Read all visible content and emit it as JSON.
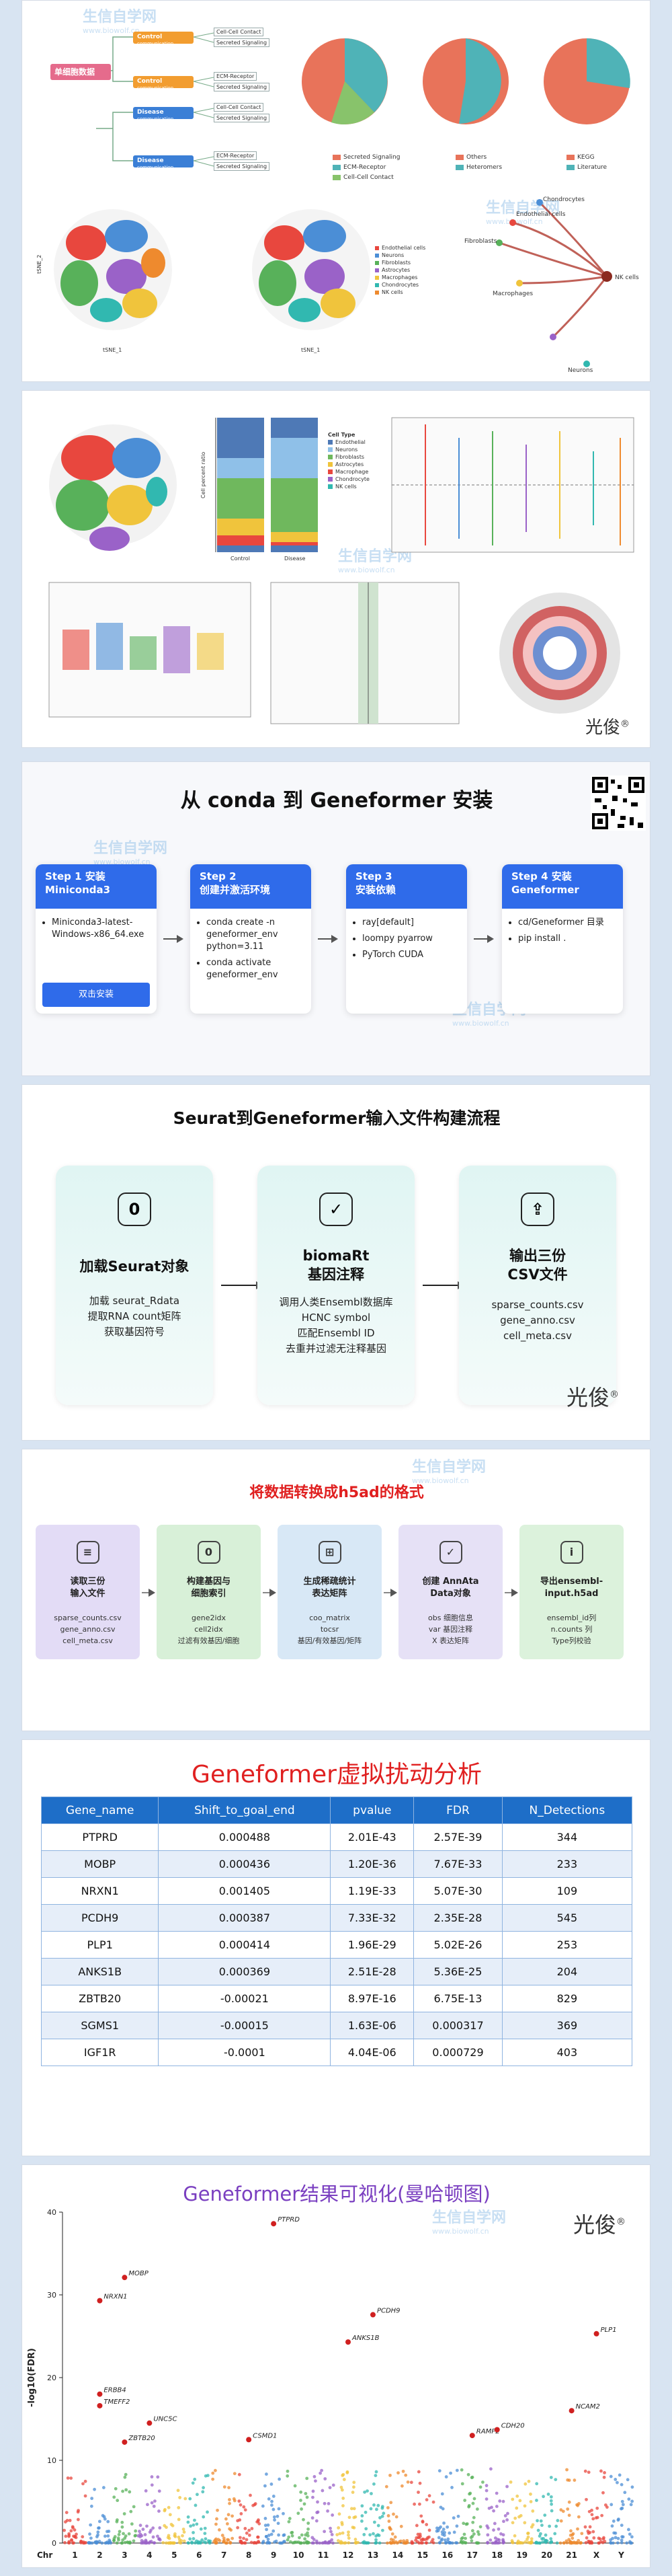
{
  "watermark": {
    "main": "生信自学网",
    "url": "www.biowolf.cn"
  },
  "signature": "光俊",
  "signature_mark": "®",
  "panel1": {
    "root_label": "单细胞数据",
    "branches": [
      {
        "label": "Control",
        "tag": "communication",
        "color": "#f29d30",
        "items": [
          "Cell-Cell Contact",
          "Secreted Signaling"
        ]
      },
      {
        "label": "Control",
        "tag": "communication",
        "color": "#f29d30",
        "items": [
          "ECM-Receptor",
          "Secreted Signaling"
        ]
      },
      {
        "label": "Disease",
        "tag": "communication",
        "color": "#3b7fd6",
        "items": [
          "Cell-Cell Contact",
          "Secreted Signaling"
        ]
      },
      {
        "label": "Disease",
        "tag": "communication",
        "color": "#3b7fd6",
        "items": [
          "ECM-Receptor",
          "Secreted Signaling"
        ]
      }
    ],
    "pie_legends": [
      [
        {
          "name": "Secreted Signaling",
          "color": "#e8735a"
        },
        {
          "name": "ECM-Receptor",
          "color": "#4fb3b7"
        },
        {
          "name": "Cell-Cell Contact",
          "color": "#88c36b"
        }
      ],
      [
        {
          "name": "Others",
          "color": "#e8735a"
        },
        {
          "name": "Heteromers",
          "color": "#4fb3b7"
        }
      ],
      [
        {
          "name": "KEGG",
          "color": "#e8735a"
        },
        {
          "name": "Literature",
          "color": "#4fb3b7"
        }
      ]
    ],
    "tsne_axes": {
      "x": "tSNE_1",
      "y": "tSNE_2"
    },
    "cell_types": [
      "Endothelial cells",
      "Neurons",
      "Fibroblasts",
      "Astrocytes",
      "Macrophages",
      "Chondrocytes",
      "NK cells"
    ],
    "network_nodes": [
      "Endothelial cells",
      "Chondrocytes",
      "Fibroblasts",
      "Macrophages",
      "NK cells",
      "Neurons"
    ]
  },
  "panel2": {
    "legend_title": "Cell Type",
    "legend_items": [
      "Endothelial",
      "Neurons",
      "Fibroblasts",
      "Astrocytes",
      "Macrophage",
      "Chondrocyte",
      "NK cells"
    ],
    "ylabel": "Cell percent ratio",
    "xcats": [
      "Control",
      "Disease"
    ]
  },
  "conda": {
    "title": "从 conda 到 Geneformer 安装",
    "steps": [
      {
        "head1": "Step 1 安装",
        "head2": "Miniconda3",
        "items": [
          "Miniconda3-latest-Windows-x86_64.exe"
        ],
        "button": "双击安装"
      },
      {
        "head1": "Step 2",
        "head2": "创建并激活环境",
        "items": [
          "conda create -n geneformer_env python=3.11",
          "conda activate geneformer_env"
        ]
      },
      {
        "head1": "Step 3",
        "head2": "安装依赖",
        "items": [
          "ray[default]",
          "loompy pyarrow",
          "PyTorch CUDA"
        ]
      },
      {
        "head1": "Step 4 安装",
        "head2": "Geneformer",
        "items": [
          "cd/Geneformer 目录",
          "pip install ."
        ]
      }
    ]
  },
  "seurat": {
    "title": "Seurat到Geneformer输入文件构建流程",
    "boxes": [
      {
        "icon": "0",
        "title": "加载Seurat对象",
        "lines": [
          "加载 seurat_Rdata",
          "提取RNA count矩阵",
          "获取基因符号"
        ]
      },
      {
        "icon": "✓",
        "title": "biomaRt\n基因注释",
        "lines": [
          "调用人类Ensembl数据库",
          "HCNC symbol",
          "匹配Ensembl ID",
          "去重并过滤无注释基因"
        ]
      },
      {
        "icon": "⇪",
        "title": "输出三份\nCSV文件",
        "lines": [
          "sparse_counts.csv",
          "gene_anno.csv",
          "cell_meta.csv"
        ]
      }
    ]
  },
  "h5ad": {
    "title": "将数据转换成h5ad的格式",
    "boxes": [
      {
        "icon": "≡",
        "title": "读取三份\n输入文件",
        "lines": [
          "sparse_counts.csv",
          "gene_anno.csv",
          "cell_meta.csv"
        ],
        "color": "#e3dcf6"
      },
      {
        "icon": "0",
        "title": "构建基因与\n细胞索引",
        "lines": [
          "gene2idx",
          "cell2idx",
          "过滤有效基因/细胞"
        ],
        "color": "#d8f0d8"
      },
      {
        "icon": "⊞",
        "title": "生成稀疏统计\n表达矩阵",
        "lines": [
          "coo_matrix",
          "tocsr",
          "基因/有效基因/矩阵"
        ],
        "color": "#d8e8f6"
      },
      {
        "icon": "✓",
        "title": "创建 AnnAta\nData对象",
        "lines": [
          "obs 细胞信息",
          "var 基因注释",
          "X 表达矩阵"
        ],
        "color": "#e6e1f6"
      },
      {
        "icon": "i",
        "title": "导出ensembl-\ninput.h5ad",
        "lines": [
          "ensembl_id列",
          "n.counts 列",
          "Type列校验"
        ],
        "color": "#dcf2dc"
      }
    ]
  },
  "table": {
    "title": "Geneformer虚拟扰动分析",
    "headers": [
      "Gene_name",
      "Shift_to_goal_end",
      "pvalue",
      "FDR",
      "N_Detections"
    ],
    "rows": [
      [
        "PTPRD",
        "0.000488",
        "2.01E-43",
        "2.57E-39",
        "344"
      ],
      [
        "MOBP",
        "0.000436",
        "1.20E-36",
        "7.67E-33",
        "233"
      ],
      [
        "NRXN1",
        "0.001405",
        "1.19E-33",
        "5.07E-30",
        "109"
      ],
      [
        "PCDH9",
        "0.000387",
        "7.33E-32",
        "2.35E-28",
        "545"
      ],
      [
        "PLP1",
        "0.000414",
        "1.96E-29",
        "5.02E-26",
        "253"
      ],
      [
        "ANKS1B",
        "0.000369",
        "2.51E-28",
        "5.36E-25",
        "204"
      ],
      [
        "ZBTB20",
        "-0.00021",
        "8.97E-16",
        "6.75E-13",
        "829"
      ],
      [
        "SGMS1",
        "-0.00015",
        "1.63E-06",
        "0.000317",
        "369"
      ],
      [
        "IGF1R",
        "-0.0001",
        "4.04E-06",
        "0.000729",
        "403"
      ]
    ]
  },
  "chart_data": {
    "type": "scatter",
    "title": "Geneformer结果可视化(曼哈顿图)",
    "xlabel": "Chr",
    "ylabel": "-log10(FDR)",
    "ylim": [
      0,
      40
    ],
    "yticks": [
      0,
      10,
      20,
      30,
      40
    ],
    "chromosomes": [
      "1",
      "2",
      "3",
      "4",
      "5",
      "6",
      "7",
      "8",
      "9",
      "10",
      "11",
      "12",
      "13",
      "14",
      "15",
      "16",
      "17",
      "18",
      "19",
      "20",
      "21",
      "X",
      "Y"
    ],
    "labeled_points": [
      {
        "gene": "PTPRD",
        "chr": "9",
        "y": 38.6
      },
      {
        "gene": "MOBP",
        "chr": "3",
        "y": 32.1
      },
      {
        "gene": "NRXN1",
        "chr": "2",
        "y": 29.3
      },
      {
        "gene": "PCDH9",
        "chr": "13",
        "y": 27.6
      },
      {
        "gene": "PLP1",
        "chr": "X",
        "y": 25.3
      },
      {
        "gene": "ANKS1B",
        "chr": "12",
        "y": 24.3
      },
      {
        "gene": "ERBB4",
        "chr": "2",
        "y": 18.0
      },
      {
        "gene": "NCAM2",
        "chr": "21",
        "y": 16.0
      },
      {
        "gene": "TMEFF2",
        "chr": "2",
        "y": 16.6
      },
      {
        "gene": "UNC5C",
        "chr": "4",
        "y": 14.5
      },
      {
        "gene": "CSMD1",
        "chr": "8",
        "y": 12.5
      },
      {
        "gene": "ZBTB20",
        "chr": "3",
        "y": 12.2
      },
      {
        "gene": "RAMP2",
        "chr": "17",
        "y": 13.0
      },
      {
        "gene": "CDH20",
        "chr": "18",
        "y": 13.7
      }
    ]
  }
}
